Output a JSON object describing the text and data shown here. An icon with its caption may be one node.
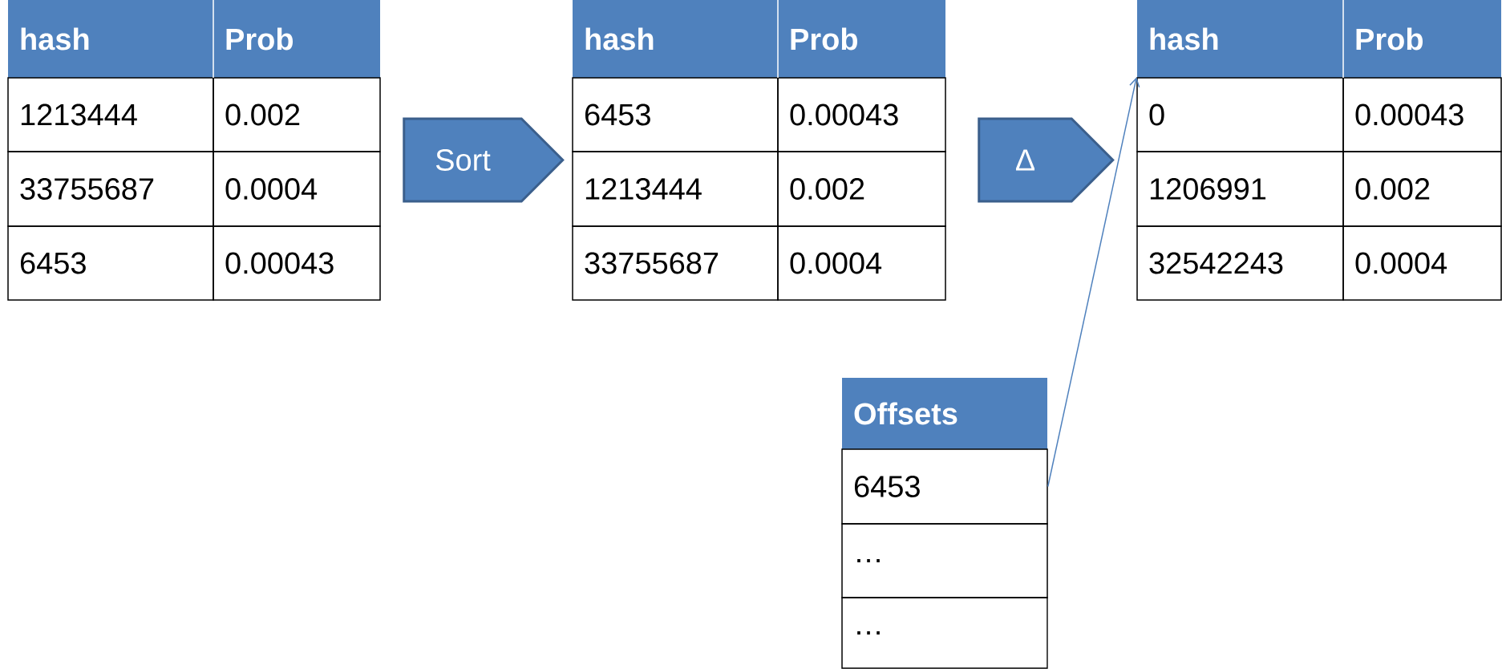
{
  "diagram": {
    "nodes": [
      {
        "text": [
          "hash"
        ]
      },
      {
        "text": [
          "Prob"
        ]
      },
      {
        "text": [
          "1213444"
        ]
      },
      {
        "text": [
          "0.002"
        ]
      },
      {
        "text": [
          "33755687"
        ]
      },
      {
        "text": [
          "0.0004"
        ]
      },
      {
        "text": [
          "6453"
        ]
      },
      {
        "text": [
          "0.00043"
        ]
      },
      {
        "text": [
          "Sort"
        ]
      },
      {
        "text": [
          "hash"
        ]
      },
      {
        "text": [
          "Prob"
        ]
      },
      {
        "text": [
          "6453"
        ]
      },
      {
        "text": [
          "0.00043"
        ]
      },
      {
        "text": [
          "1213444"
        ]
      },
      {
        "text": [
          "0.002"
        ]
      },
      {
        "text": [
          "33755687"
        ]
      },
      {
        "text": [
          "0.0004"
        ]
      },
      {
        "text": [
          "Δ"
        ]
      },
      {
        "text": [
          "hash"
        ]
      },
      {
        "text": [
          "Prob"
        ]
      },
      {
        "text": [
          "0"
        ]
      },
      {
        "text": [
          "0.00043"
        ]
      },
      {
        "text": [
          "1206991"
        ]
      },
      {
        "text": [
          "0.002"
        ]
      },
      {
        "text": [
          "32542243"
        ]
      },
      {
        "text": [
          "0.0004"
        ]
      },
      {
        "text": [
          "Offsets"
        ]
      },
      {
        "text": [
          "6453"
        ]
      },
      {
        "text": [
          "…"
        ]
      },
      {
        "text": [
          "…"
        ]
      }
    ],
    "edges": [
      {
        "from": 27,
        "to": 20,
        "arrow": "to"
      }
    ]
  }
}
